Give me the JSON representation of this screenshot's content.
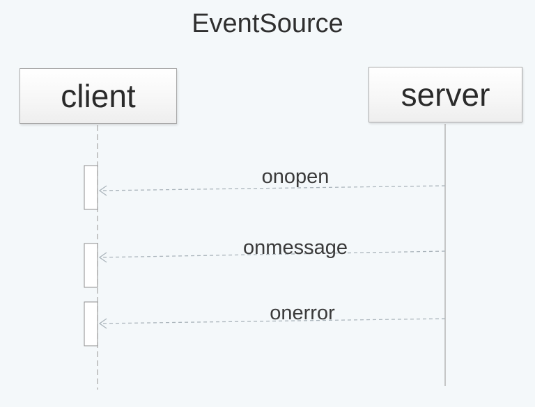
{
  "diagram": {
    "title": "EventSource",
    "actors": {
      "client": "client",
      "server": "server"
    },
    "messages": [
      {
        "label": "onopen",
        "from": "server",
        "to": "client"
      },
      {
        "label": "onmessage",
        "from": "server",
        "to": "client"
      },
      {
        "label": "onerror",
        "from": "server",
        "to": "client"
      }
    ]
  }
}
